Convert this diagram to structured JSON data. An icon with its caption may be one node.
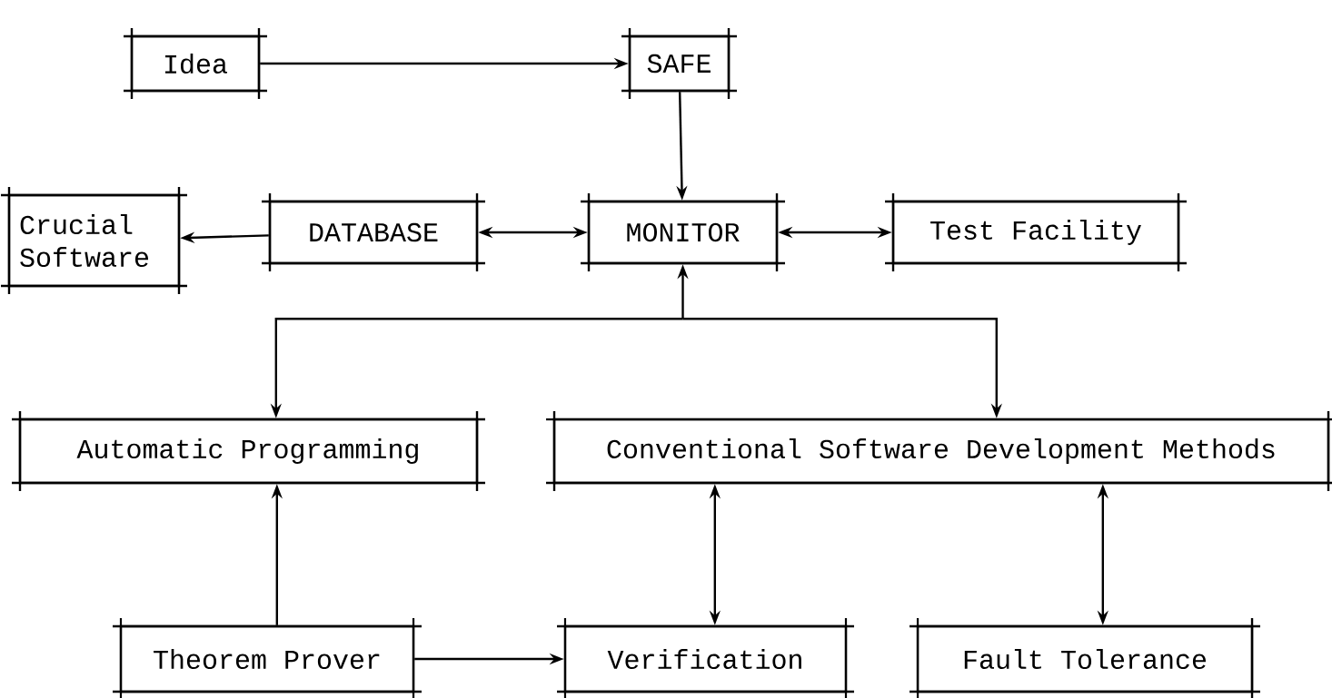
{
  "diagram": {
    "nodes": [
      {
        "text": [
          "Idea"
        ]
      },
      {
        "text": [
          "SAFE"
        ]
      },
      {
        "text": [
          "Crucial Software"
        ]
      },
      {
        "text": [
          "DATABASE"
        ]
      },
      {
        "text": [
          "MONITOR"
        ]
      },
      {
        "text": [
          "Test Facility"
        ]
      },
      {
        "text": [
          "Automatic Programming"
        ]
      },
      {
        "text": [
          "Conventional Software Development Methods"
        ]
      },
      {
        "text": [
          "Theorem Prover"
        ]
      },
      {
        "text": [
          "Verification"
        ]
      },
      {
        "text": [
          "Fault Tolerance"
        ]
      }
    ],
    "edges": [
      {
        "from": 0,
        "to": 1,
        "arrow": "to"
      },
      {
        "from": 1,
        "to": 4,
        "arrow": "to"
      },
      {
        "from": 3,
        "to": 2,
        "arrow": "to"
      },
      {
        "from": 3,
        "to": 4,
        "arrow": "both"
      },
      {
        "from": 4,
        "to": 5,
        "arrow": "both"
      },
      {
        "from": 4,
        "to": 6,
        "arrow": "both"
      },
      {
        "from": 4,
        "to": 7,
        "arrow": "both"
      },
      {
        "from": 8,
        "to": 6,
        "arrow": "to"
      },
      {
        "from": 8,
        "to": 9,
        "arrow": "to"
      },
      {
        "from": 7,
        "to": 9,
        "arrow": "both"
      },
      {
        "from": 7,
        "to": 10,
        "arrow": "both"
      }
    ]
  }
}
